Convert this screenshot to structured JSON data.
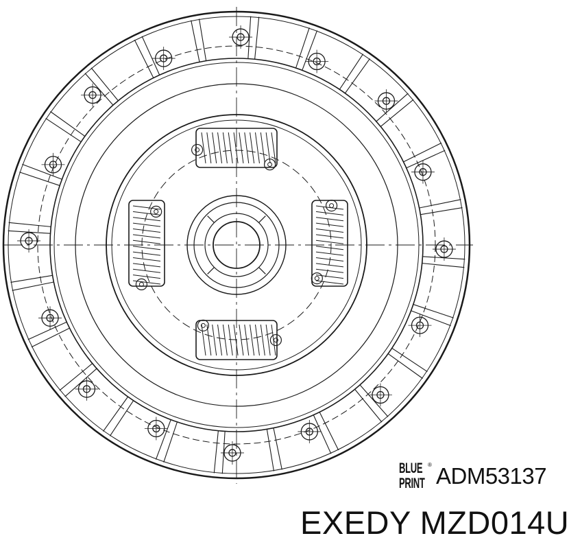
{
  "drawing": {
    "title": "Clutch disc technical drawing",
    "brand_logo": {
      "line1": "BLUE",
      "line2": "PRINT",
      "mark": "®"
    },
    "part_number": "ADM53137",
    "oem_reference": {
      "brand": "EXEDY",
      "code": "MZD014U"
    }
  },
  "colors": {
    "line": "#1a1a1a",
    "background": "#ffffff"
  }
}
